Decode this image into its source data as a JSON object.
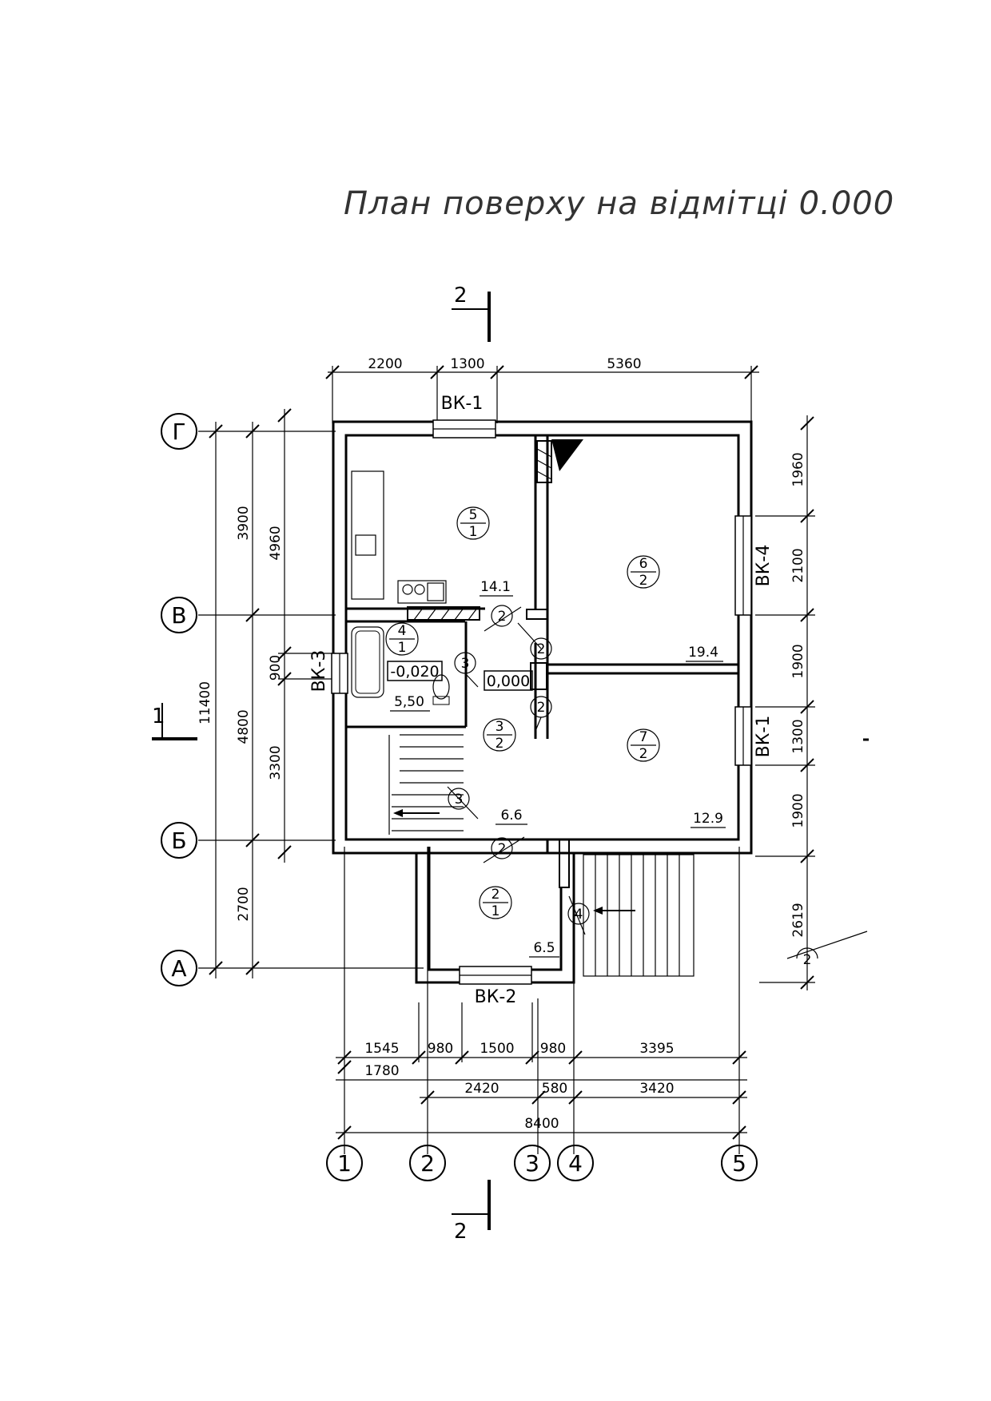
{
  "title": "План поверху на відмітці 0.000",
  "section_marks": {
    "top": "2",
    "bottom": "2",
    "left": "1"
  },
  "axes": {
    "vertical": [
      "1",
      "2",
      "3",
      "4",
      "5"
    ],
    "horizontal": [
      "Г",
      "В",
      "Б",
      "А"
    ]
  },
  "openings": {
    "top": "ВК-1",
    "bottom": "ВК-2",
    "left": "ВК-3",
    "right_upper": "ВК-4",
    "right_lower": "ВК-1"
  },
  "dimensions": {
    "top": [
      "2200",
      "1300",
      "5360"
    ],
    "left_outer": "11400",
    "left_middle": [
      "3900",
      "4800",
      "2700"
    ],
    "left_inner": [
      "4960",
      "900",
      "3300"
    ],
    "right": [
      "1960",
      "2100",
      "1900",
      "1300",
      "1900",
      "2619"
    ],
    "bottom_row1": [
      "1545",
      "980",
      "1500",
      "980",
      "3395"
    ],
    "bottom_row2": [
      "1780",
      "2420",
      "580",
      "3420"
    ],
    "bottom_total": "8400"
  },
  "rooms": [
    {
      "num": "5",
      "type": "1",
      "area": "14.1"
    },
    {
      "num": "6",
      "type": "2",
      "area": "19.4"
    },
    {
      "num": "4",
      "type": "1",
      "area": "5,50"
    },
    {
      "num": "3",
      "type": "2",
      "area": "6.6"
    },
    {
      "num": "7",
      "type": "2",
      "area": "12.9"
    },
    {
      "num": "2",
      "type": "1",
      "area": "6.5"
    }
  ],
  "levels": {
    "bath": "-0,020",
    "hall": "0,000"
  },
  "door_marks": [
    "2",
    "2",
    "2",
    "3",
    "2",
    "3",
    "4",
    "2"
  ]
}
